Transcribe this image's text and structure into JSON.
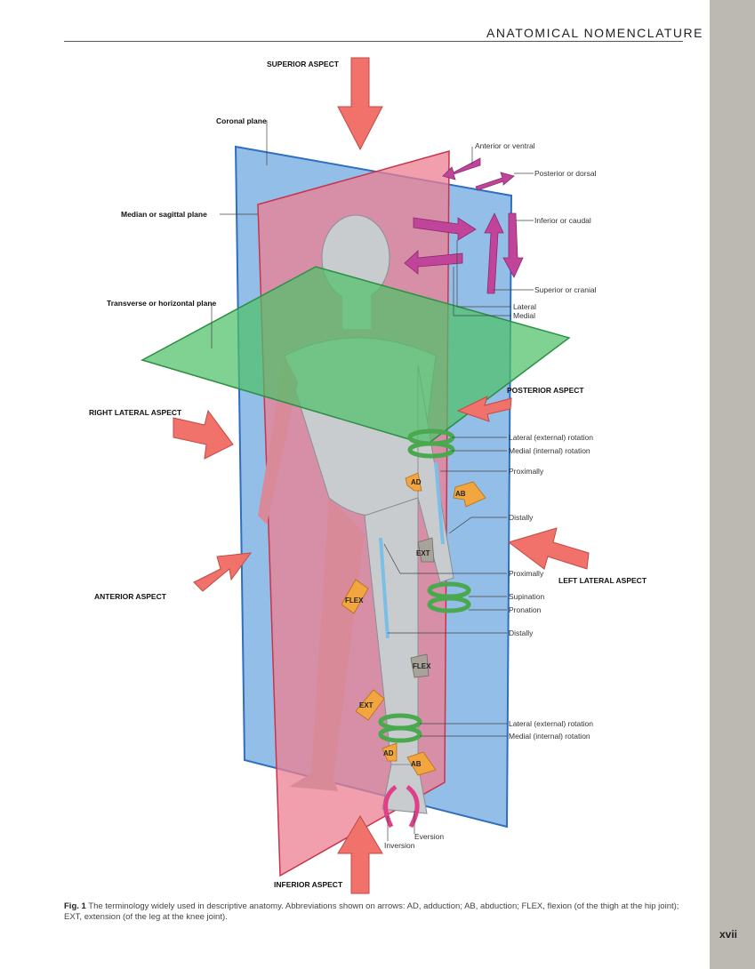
{
  "header": {
    "title": "ANATOMICAL NOMENCLATURE"
  },
  "aspects": {
    "superior": "SUPERIOR ASPECT",
    "inferior": "INFERIOR ASPECT",
    "right_lateral": "RIGHT LATERAL ASPECT",
    "left_lateral": "LEFT LATERAL ASPECT",
    "anterior": "ANTERIOR ASPECT",
    "posterior": "POSTERIOR ASPECT"
  },
  "planes": {
    "coronal": "Coronal plane",
    "median": "Median or sagittal plane",
    "transverse": "Transverse or horizontal plane"
  },
  "directions": {
    "anterior": "Anterior or ventral",
    "posterior": "Posterior or dorsal",
    "inferior": "Inferior or caudal",
    "superior": "Superior or cranial",
    "lateral": "Lateral",
    "medial": "Medial"
  },
  "movements": {
    "lat_rot_arm": "Lateral (external) rotation",
    "med_rot_arm": "Medial (internal) rotation",
    "proximally_arm": "Proximally",
    "distally_arm": "Distally",
    "proximally_leg": "Proximally",
    "supination": "Supination",
    "pronation": "Pronation",
    "distally_leg": "Distally",
    "lat_rot_leg": "Lateral (external) rotation",
    "med_rot_leg": "Medial (internal) rotation",
    "eversion": "Eversion",
    "inversion": "Inversion"
  },
  "abbrev": {
    "ad": "AD",
    "ab": "AB",
    "flex": "FLEX",
    "ext": "EXT"
  },
  "caption": {
    "label": "Fig. 1",
    "text": "The terminology widely used in descriptive anatomy. Abbreviations shown on arrows: AD, adduction; AB, abduction; FLEX, flexion (of the thigh at the hip joint); EXT, extension (of the leg at the knee joint)."
  },
  "page_number": "xvii",
  "colors": {
    "sidebar": "#bcb8b2",
    "coronal_plane": "#6fa8e0",
    "sagittal_plane": "#ec7f92",
    "transverse_plane": "#4fc06a",
    "aspect_arrow": "#f0726a",
    "direction_arrow": "#c0449a",
    "rotation_arrow": "#4aa84f",
    "ad_ab_arrow": "#f2a640",
    "axis_arrow": "#7bbfe6"
  }
}
